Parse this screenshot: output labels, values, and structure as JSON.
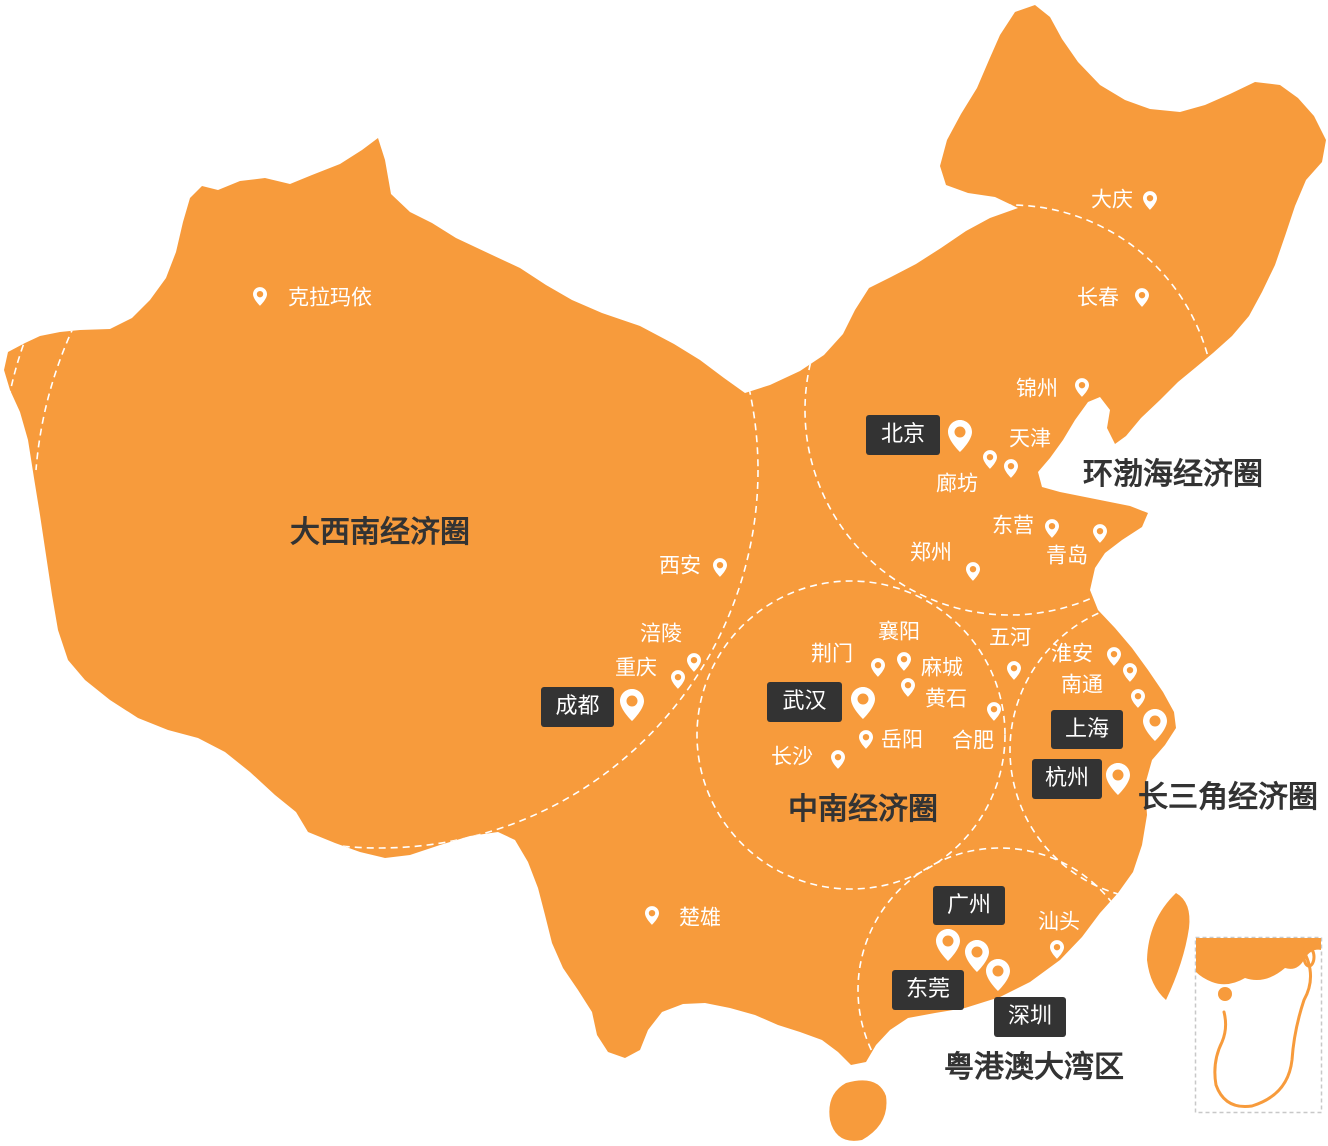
{
  "colors": {
    "land": "#F79B3C",
    "label_box": "#333333",
    "region_text": "#333333",
    "pin": "#FFFFFF",
    "zone_boundary": "#FFFFFF",
    "inset_border": "#C8C8C8"
  },
  "regions": [
    "大西南经济圈",
    "环渤海经济圈",
    "中南经济圈",
    "长三角经济圈",
    "粤港澳大湾区"
  ],
  "hub_cities": [
    "北京",
    "成都",
    "武汉",
    "上海",
    "杭州",
    "广州",
    "东莞",
    "深圳"
  ],
  "cities": [
    "大庆",
    "长春",
    "锦州",
    "天津",
    "廊坊",
    "东营",
    "青岛",
    "郑州",
    "克拉玛依",
    "西安",
    "涪陵",
    "重庆",
    "荆门",
    "襄阳",
    "麻城",
    "黄石",
    "五河",
    "合肥",
    "岳阳",
    "长沙",
    "淮安",
    "南通",
    "楚雄",
    "汕头"
  ]
}
